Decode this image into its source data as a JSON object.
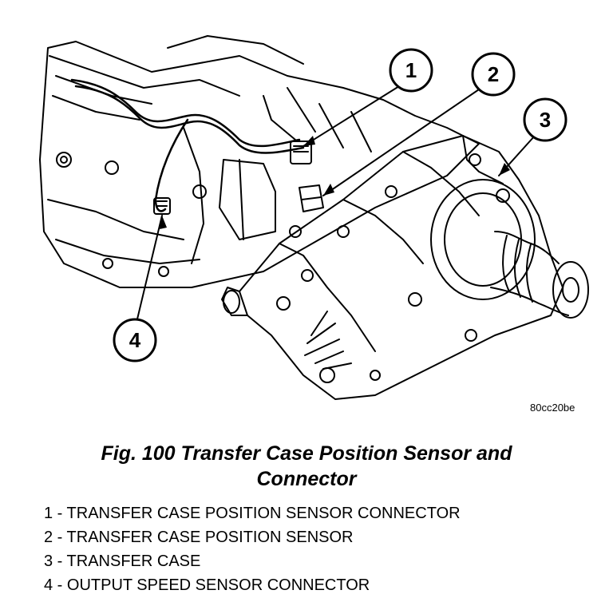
{
  "figure": {
    "callouts": [
      {
        "number": "1"
      },
      {
        "number": "2"
      },
      {
        "number": "3"
      },
      {
        "number": "4"
      }
    ],
    "image_code": "80cc20be",
    "caption_line1": "Fig. 100 Transfer Case Position Sensor and",
    "caption_line2": "Connector"
  },
  "legend": [
    "1 - TRANSFER CASE POSITION SENSOR CONNECTOR",
    "2 - TRANSFER CASE POSITION SENSOR",
    "3 - TRANSFER CASE",
    "4 - OUTPUT SPEED SENSOR CONNECTOR"
  ]
}
